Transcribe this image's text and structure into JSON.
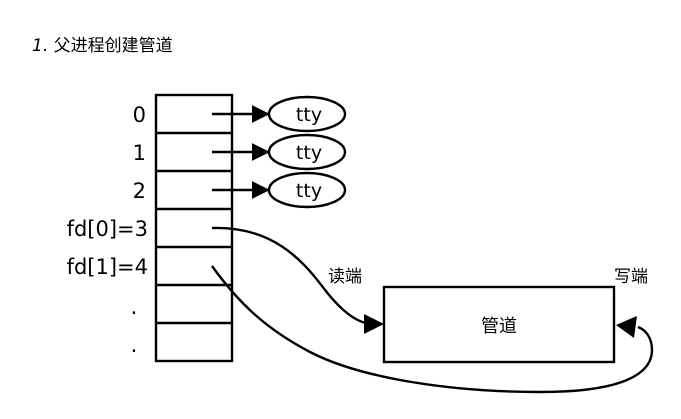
{
  "caption": {
    "number": "1.",
    "title": "父进程创建管道"
  },
  "fd_table": {
    "slot_labels": [
      "0",
      "1",
      "2",
      "fd[0]=3",
      "fd[1]=4",
      ".",
      "."
    ],
    "tty_label": "tty"
  },
  "pipe": {
    "label": "管道",
    "read_end_label": "读端",
    "write_end_label": "写端"
  },
  "colors": {
    "stroke": "#000000",
    "background": "#ffffff"
  }
}
